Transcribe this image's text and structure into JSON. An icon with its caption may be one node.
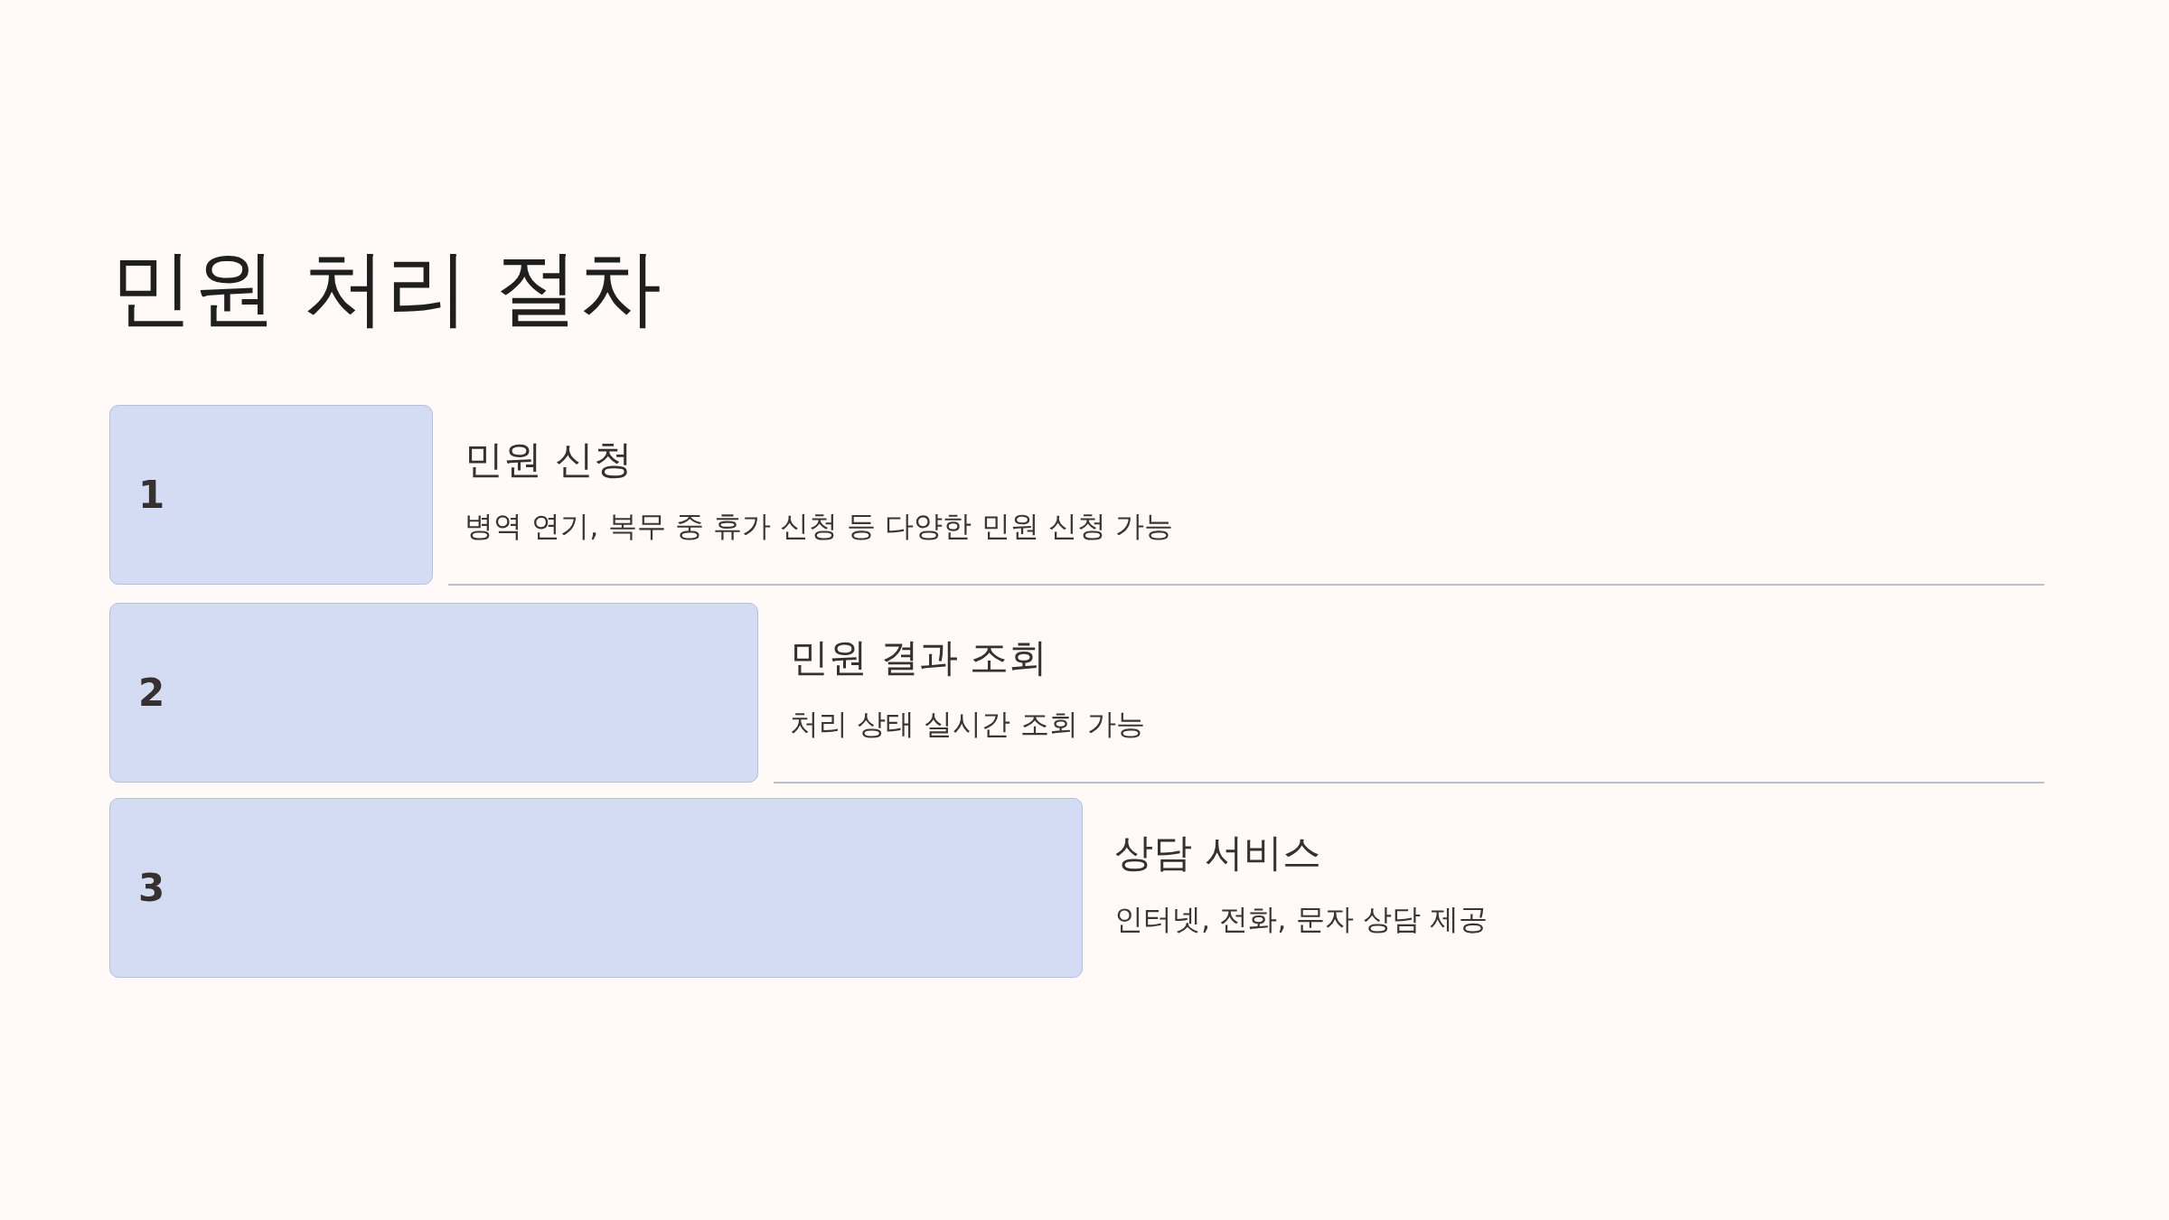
{
  "diagram": {
    "title": "민원 처리 절차",
    "nodes": [
      {
        "text": [
          "1"
        ],
        "beside": [
          "민원 신청",
          "병역 연기, 복무 중 휴가 신청 등 다양한 민원 신청 가능"
        ]
      },
      {
        "text": [
          "2"
        ],
        "beside": [
          "민원 결과 조회",
          "처리 상태 실시간 조회 가능"
        ]
      },
      {
        "text": [
          "3"
        ],
        "beside": [
          "상담 서비스",
          "인터넷, 전화, 문자 상담 제공"
        ]
      }
    ]
  }
}
